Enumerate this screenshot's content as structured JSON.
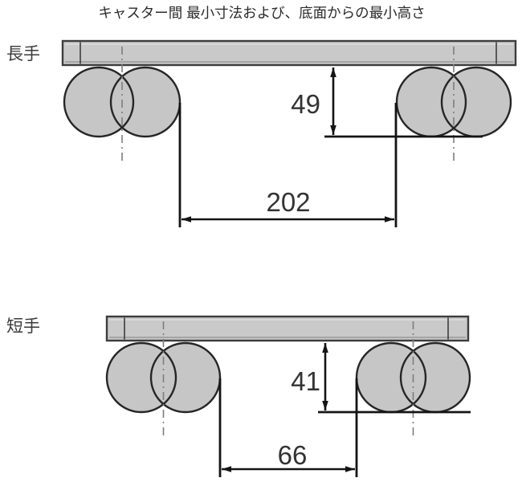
{
  "title": "キャスター間 最小寸法および、底面からの最小高さ",
  "diagrams": [
    {
      "label": "長手",
      "height_dim": "49",
      "span_dim": "202"
    },
    {
      "label": "短手",
      "height_dim": "41",
      "span_dim": "66"
    }
  ],
  "colors": {
    "board_fill": "#c9c9c9",
    "wheel_fill": "#c6c6c6",
    "outline": "#262626",
    "dimension_line": "#141414",
    "centerline": "#7d7d7d",
    "text": "#333333"
  }
}
